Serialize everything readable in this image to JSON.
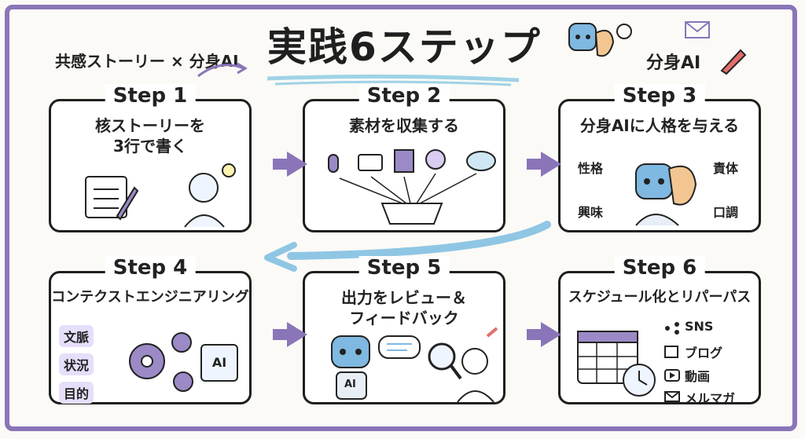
{
  "header": {
    "subtitle_left": "共感ストーリー × 分身AI",
    "title": "実践6ステップ",
    "subtitle_right": "分身AI"
  },
  "steps": [
    {
      "step": "Step 1",
      "title_lines": [
        "核ストーリーを",
        "3行で書く"
      ]
    },
    {
      "step": "Step 2",
      "title_lines": [
        "素材を収集する"
      ]
    },
    {
      "step": "Step 3",
      "title_lines": [
        "分身AIに人格を与える"
      ],
      "labels": [
        "性格",
        "責体",
        "興味",
        "口調"
      ]
    },
    {
      "step": "Step 4",
      "title_lines": [
        "コンテクストエンジニアリング"
      ],
      "labels": [
        "文脈",
        "状況",
        "目的"
      ],
      "chip": "AI"
    },
    {
      "step": "Step 5",
      "title_lines": [
        "出力をレビュー＆",
        "フィードバック"
      ],
      "robot_label": "AI"
    },
    {
      "step": "Step 6",
      "title_lines": [
        "スケジュール化とリパーパス"
      ],
      "channels": [
        "SNS",
        "ブログ",
        "動画",
        "メルマガ"
      ]
    }
  ],
  "colors": {
    "accent": "#8a75b8",
    "ink": "#1f1f1f",
    "underline": "#9fd3e6",
    "robot": "#7fb8e0"
  }
}
